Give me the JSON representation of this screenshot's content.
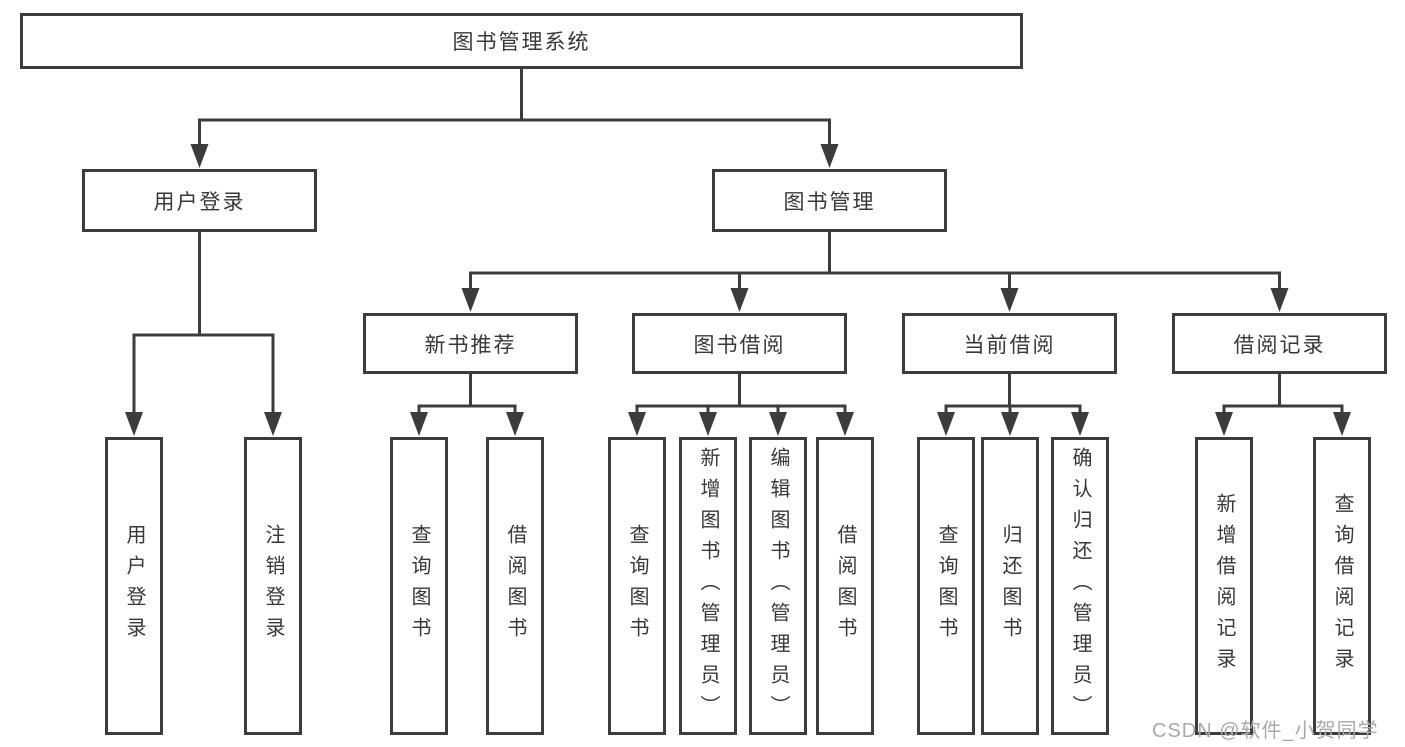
{
  "diagram": {
    "root": "图书管理系统",
    "level2": {
      "user_login": "用户登录",
      "book_mgmt": "图书管理"
    },
    "level3": {
      "new_books": "新书推荐",
      "borrow": "图书借阅",
      "current": "当前借阅",
      "records": "借阅记录"
    },
    "leaves": {
      "user_login_login": "用户登录",
      "user_login_logout": "注销登录",
      "new_books_query": "查询图书",
      "new_books_borrow": "借阅图书",
      "borrow_query": "查询图书",
      "borrow_add": "新增图书（管理员）",
      "borrow_edit": "编辑图书（管理员）",
      "borrow_borrow": "借阅图书",
      "current_query": "查询图书",
      "current_return": "归还图书",
      "current_confirm": "确认归还（管理员）",
      "records_add": "新增借阅记录",
      "records_query": "查询借阅记录"
    }
  },
  "watermark": "CSDN @软件_小贺同学",
  "colors": {
    "line": "#3c3c3c",
    "text": "#383838",
    "watermark": "#a9a9a9",
    "background": "#ffffff"
  }
}
